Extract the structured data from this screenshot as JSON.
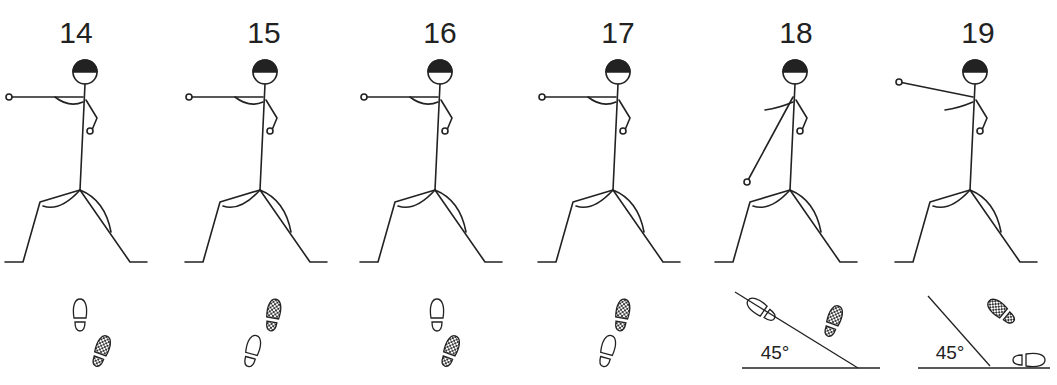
{
  "diagram": {
    "labels": [
      "14",
      "15",
      "16",
      "17",
      "18",
      "19",
      "45°",
      "45°"
    ]
  }
}
